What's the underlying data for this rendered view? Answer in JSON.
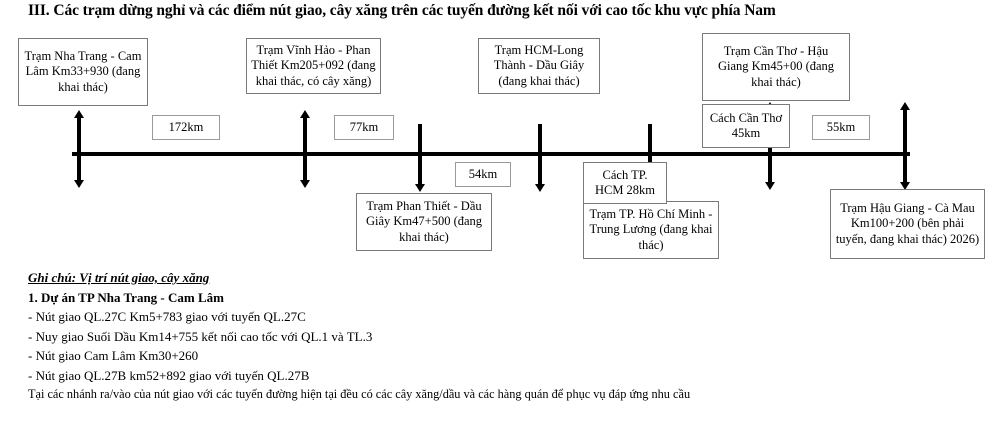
{
  "title": "III. Các trạm dừng nghỉ và các điểm nút giao, cây xăng trên các tuyến đường kết nối với cao tốc khu vực phía Nam",
  "stations": {
    "nha_trang_cam_lam": "Trạm Nha Trang - Cam Lâm Km33+930 (đang khai thác)",
    "vinh_hao_phan_thiet": "Trạm Vĩnh Hảo - Phan Thiết Km205+092 (đang khai thác, có cây xăng)",
    "hcm_long_thanh_dau_giay": "Trạm HCM-Long Thành - Dầu Giây (đang khai thác)",
    "can_tho_hau_giang": "Trạm Cần Thơ - Hậu Giang Km45+00 (đang khai thác)",
    "phan_thiet_dau_giay": "Trạm Phan Thiết - Dầu Giây Km47+500 (đang khai thác)",
    "hcm_trung_luong": "Trạm TP. Hồ Chí Minh - Trung Lương (đang khai thác)",
    "hau_giang_ca_mau": "Trạm Hậu Giang - Cà Mau Km100+200 (bên phải tuyến, đang khai thác) 2026)"
  },
  "distances": {
    "d1": "172km",
    "d2": "77km",
    "d3": "54km",
    "d4": "55km"
  },
  "callouts": {
    "cach_can_tho": "Cách Cần Thơ  45km",
    "cach_tp_hcm": "Cách TP. HCM 28km"
  },
  "notes": {
    "heading": "Ghi chú: Vị trí nút giao, cây xăng",
    "subheading": "1. Dự án TP Nha Trang - Cam Lâm",
    "lines": [
      "- Nút giao QL.27C Km5+783 giao với tuyến QL.27C",
      "- Nuy giao Suối Dầu Km14+755 kết nối cao tốc với QL.1 và TL.3",
      "- Nút giao Cam Lâm Km30+260",
      "- Nút giao QL.27B km52+892 giao với tuyến QL.27B",
      "Tại các nhánh ra/vào của nút giao với các tuyến đường hiện tại đều có các cây xăng/dầu và các hàng quán để phục vụ đáp ứng nhu cầu"
    ]
  },
  "colors": {
    "line": "#000000",
    "box_border": "#7a7a7a",
    "background": "#ffffff"
  }
}
